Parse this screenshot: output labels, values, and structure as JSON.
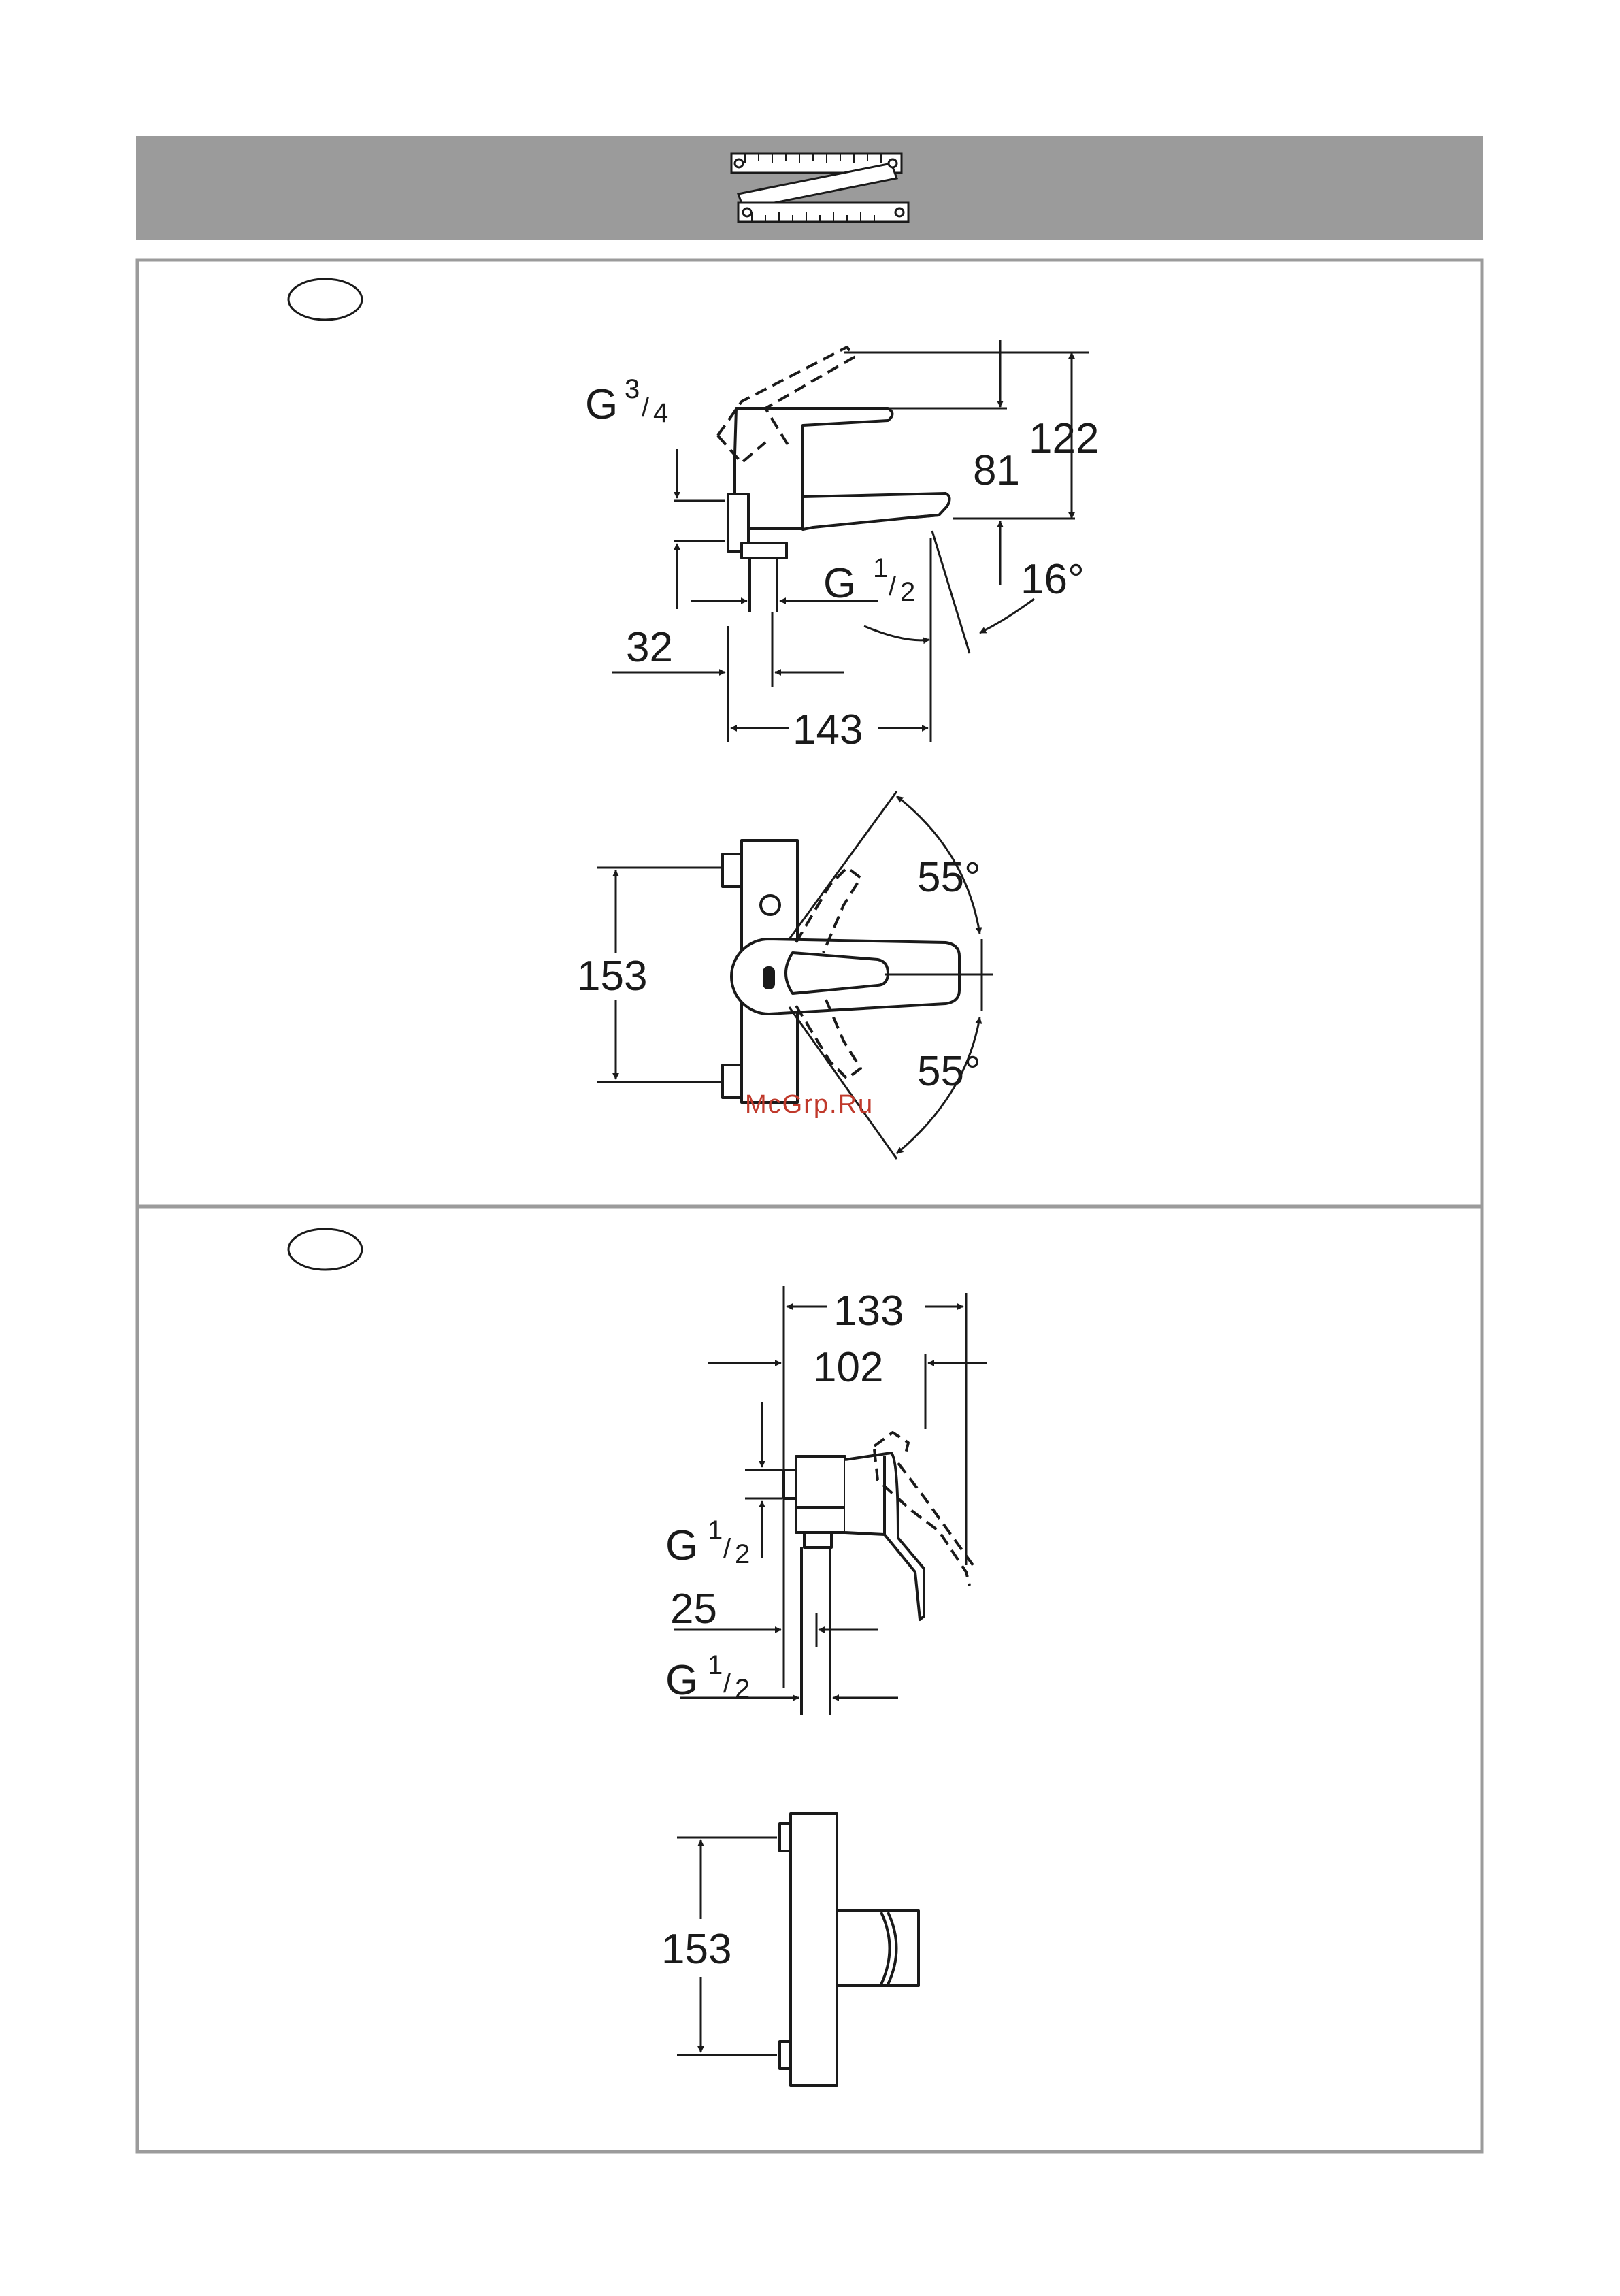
{
  "header": {
    "icon": "folding-ruler-icon",
    "background_color": "#9b9b9b"
  },
  "panels": [
    {
      "id": "bath-mixer",
      "side_view": {
        "dims": {
          "inlet_thread_main": "G",
          "inlet_thread_num": "3",
          "inlet_thread_den": "4",
          "outlet_thread_main": "G",
          "outlet_thread_num": "1",
          "outlet_thread_den": "2",
          "offset_32": "32",
          "depth_143": "143",
          "height_81": "81",
          "height_122": "122",
          "angle_16": "16°"
        }
      },
      "top_view": {
        "dims": {
          "centers_153": "153",
          "angle_upper": "55°",
          "angle_lower": "55°"
        }
      },
      "watermark": "McGrp.Ru"
    },
    {
      "id": "shower-mixer",
      "side_view": {
        "dims": {
          "depth_133": "133",
          "depth_102": "102",
          "upper_thread_main": "G",
          "upper_thread_num": "1",
          "upper_thread_den": "2",
          "offset_25": "25",
          "lower_thread_main": "G",
          "lower_thread_num": "1",
          "lower_thread_den": "2"
        }
      },
      "front_view": {
        "dims": {
          "centers_153": "153"
        }
      }
    }
  ]
}
